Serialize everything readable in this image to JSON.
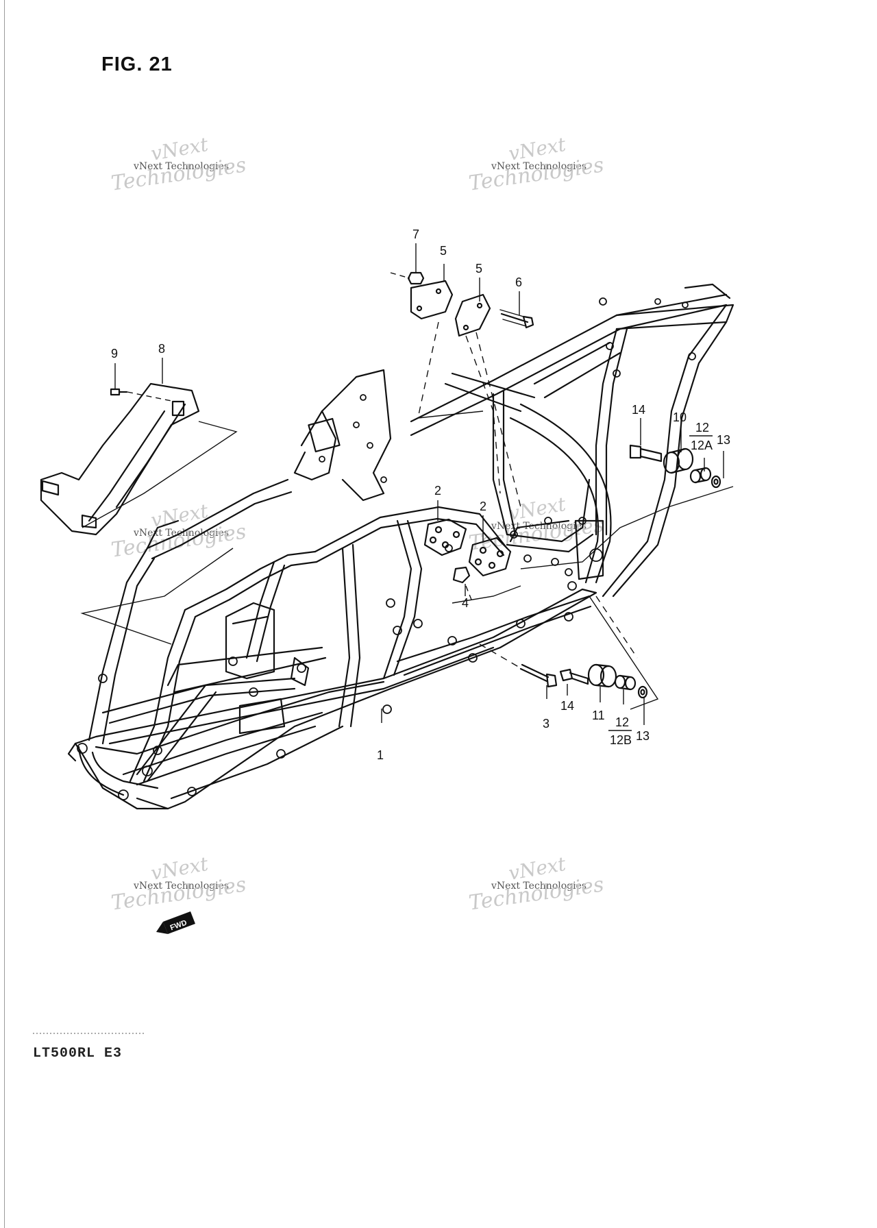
{
  "figure": {
    "title": "FIG. 21",
    "model": "LT500RL  E3"
  },
  "watermark": {
    "small": "vNext Technologies",
    "big": "Technologies",
    "big2": "vNext"
  },
  "direction_badge": "FWD",
  "callouts": [
    "1",
    "2",
    "2",
    "3",
    "4",
    "5",
    "5",
    "6",
    "7",
    "8",
    "9",
    "10",
    "11",
    "12",
    "12A",
    "12",
    "12B",
    "13",
    "13",
    "14",
    "14"
  ]
}
